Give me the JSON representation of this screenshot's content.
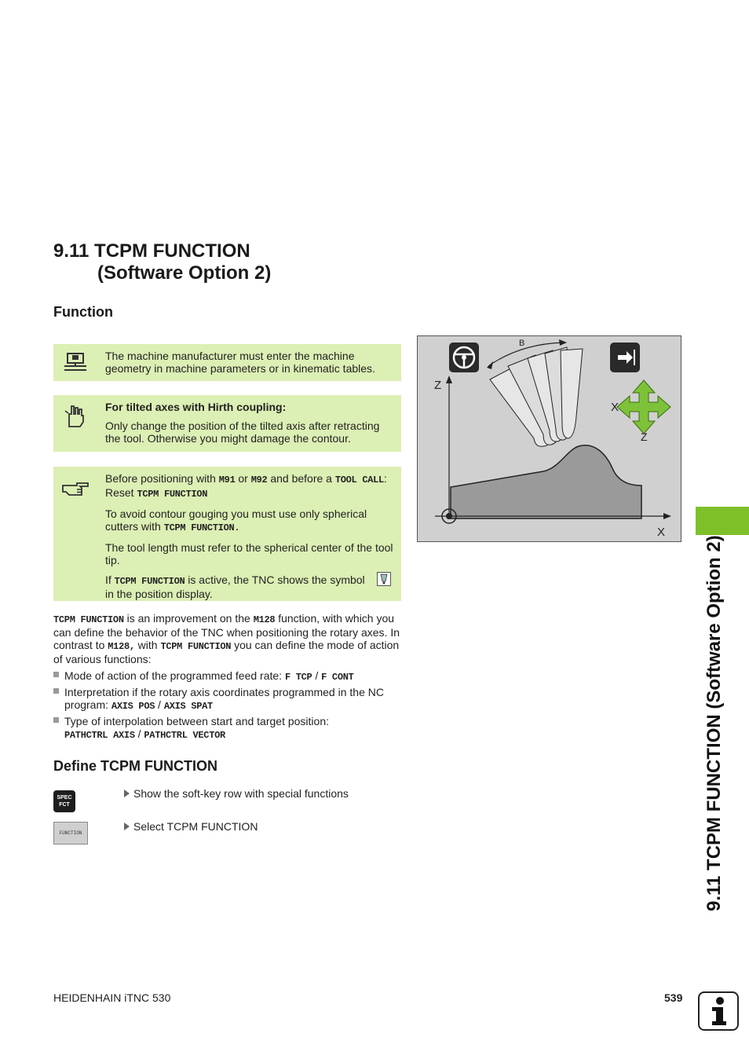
{
  "section": {
    "number": "9.11",
    "title_line1": "9.11 TCPM FUNCTION",
    "title_line2": "(Software Option 2)"
  },
  "side_tab": {
    "text": "9.11 TCPM FUNCTION (Software Option 2)",
    "color": "#7dc02a"
  },
  "function_heading": "Function",
  "notes": {
    "machine": {
      "icon": "machine-parameter-icon",
      "text": "The machine manufacturer must enter the machine geometry in machine parameters or in kinematic tables."
    },
    "hirth": {
      "icon": "warning-hand-icon",
      "title": "For tilted axes with Hirth coupling:",
      "text": "Only change the position of the tilted axis after retracting the tool. Otherwise you might damage the contour."
    },
    "tips": {
      "icon": "pointing-hand-icon",
      "p1": {
        "a": "Before positioning with ",
        "code1": "M91",
        "b": " or ",
        "code2": "M92",
        "c": " and before a ",
        "code3": "TOOL CALL",
        "d": ": Reset ",
        "code4": "TCPM FUNCTION"
      },
      "p2": {
        "a": "To avoid contour gouging you must use only spherical cutters with ",
        "code1": "TCPM FUNCTION."
      },
      "p3": "The tool length must refer to the spherical center of the tool tip.",
      "p4": {
        "a": "If ",
        "code1": "TCPM FUNCTION",
        "b": " is active, the TNC shows the symbol",
        "c": "in the position display."
      }
    }
  },
  "intro": {
    "code1": "TCPM FUNCTION",
    "a": " is an improvement on the ",
    "code2": "M128",
    "b": " function, with which you can define the behavior of the TNC when positioning the rotary axes. In contrast to ",
    "code3": "M128,",
    "c": " with ",
    "code4": "TCPM FUNCTION",
    "d": " you can define the mode of action of various functions:"
  },
  "bullets": [
    {
      "text": "Mode of action of the programmed feed rate: ",
      "code1": "F TCP",
      "sep": " / ",
      "code2": "F CONT"
    },
    {
      "text": "Interpretation if the rotary axis coordinates programmed in the NC program: ",
      "code1": "AXIS POS",
      "sep": " / ",
      "code2": "AXIS SPAT"
    },
    {
      "text": "Type of interpolation between start and target position: ",
      "code1": "PATHCTRL AXIS",
      "sep": " / ",
      "code2": "PATHCTRL VECTOR"
    }
  ],
  "define_heading": "Define TCPM FUNCTION",
  "softkeys": {
    "spec_line1": "SPEC",
    "spec_line2": "FCT",
    "function_label": "FUNCTION"
  },
  "steps": [
    "Show the soft-key row with special functions",
    "Select TCPM FUNCTION"
  ],
  "figure": {
    "label_b": "B",
    "label_z_axis": "Z",
    "label_x_axis": "X",
    "label_x_arrow": "X",
    "label_z_arrow": "Z"
  },
  "footer": {
    "product": "HEIDENHAIN iTNC 530",
    "page": "539",
    "info_icon": "info-icon"
  }
}
